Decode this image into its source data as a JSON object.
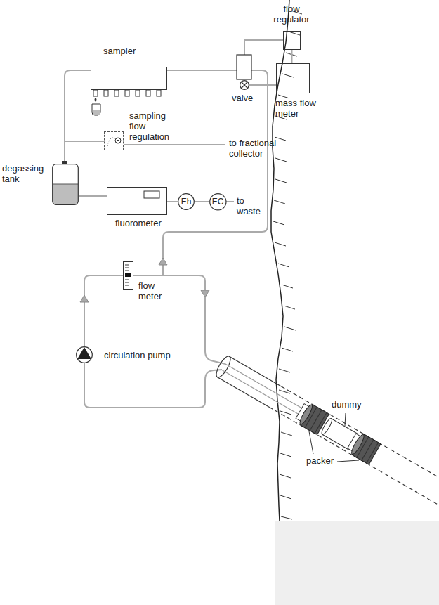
{
  "diagram": {
    "nodes": [
      {
        "text": [
          "flow regulator"
        ]
      },
      {
        "text": [
          "sampler"
        ]
      },
      {
        "text": [
          "valve"
        ]
      },
      {
        "text": [
          "mass flow meter"
        ]
      },
      {
        "text": [
          "sampling flow regulation"
        ]
      },
      {
        "text": [
          "degassing tank"
        ]
      },
      {
        "text": [
          "fluorometer"
        ]
      },
      {
        "text": [
          "Eh"
        ]
      },
      {
        "text": [
          "EC"
        ]
      },
      {
        "text": [
          "flow meter"
        ]
      },
      {
        "text": [
          "circulation pump"
        ]
      }
    ],
    "edges": [
      {
        "from": 0,
        "to": 3,
        "arrow": "none"
      },
      {
        "from": 2,
        "to": 3,
        "arrow": "none"
      },
      {
        "from": 5,
        "to": 6,
        "arrow": "none"
      },
      {
        "from": 6,
        "to": 7,
        "arrow": "none"
      },
      {
        "from": 7,
        "to": 8,
        "arrow": "none"
      }
    ],
    "labels": [
      "to fractional collector",
      "to waste",
      "dummy",
      "packer"
    ]
  }
}
